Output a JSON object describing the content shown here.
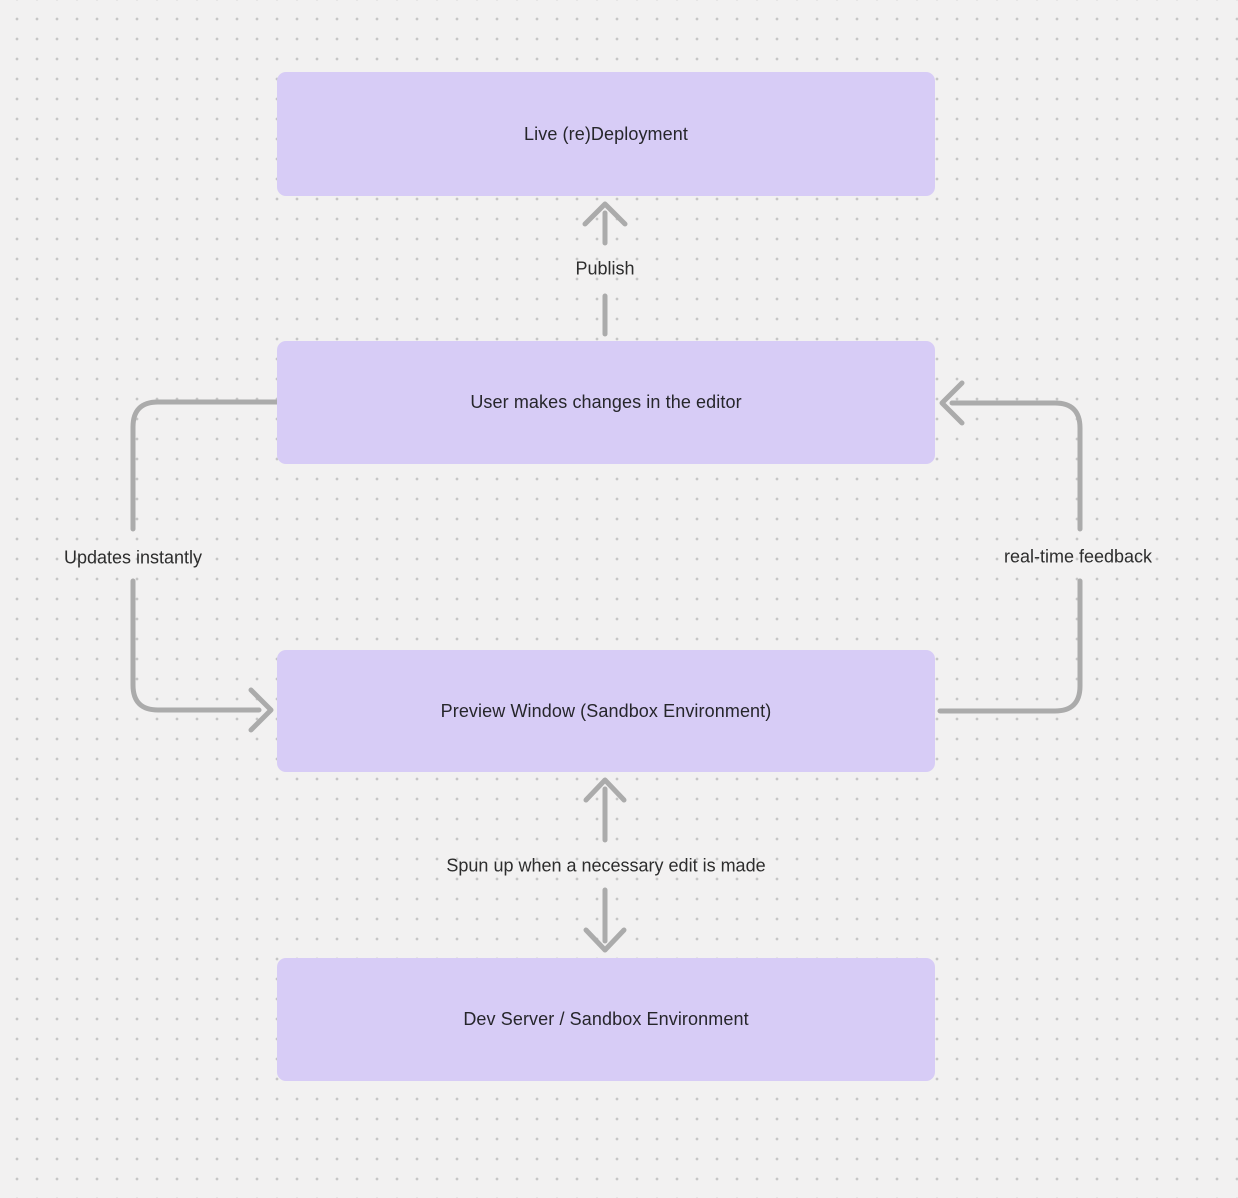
{
  "canvas": {
    "background_color": "#f2f1f1",
    "dot_color": "#c6c6c6",
    "node_fill_color": "#d7ccf6",
    "arrow_color": "#ababab",
    "text_color": "#26262b"
  },
  "diagram": {
    "nodes": [
      {
        "id": "live-redeployment",
        "label": "Live (re)Deployment"
      },
      {
        "id": "user-editor",
        "label": "User makes changes in the editor"
      },
      {
        "id": "preview-window",
        "label": "Preview Window (Sandbox Environment)"
      },
      {
        "id": "dev-server",
        "label": "Dev Server / Sandbox Environment"
      }
    ],
    "edges": [
      {
        "id": "publish",
        "label": "Publish",
        "from": "user-editor",
        "to": "live-redeployment",
        "direction": "up"
      },
      {
        "id": "updates-instantly",
        "label": "Updates instantly",
        "from": "user-editor",
        "to": "preview-window",
        "direction": "left-loop-down"
      },
      {
        "id": "real-time-feedback",
        "label": "real-time feedback",
        "from": "preview-window",
        "to": "user-editor",
        "direction": "right-loop-up"
      },
      {
        "id": "spun-up",
        "label": "Spun up when a necessary edit is made",
        "from": "preview-window",
        "to": "dev-server",
        "direction": "bidirectional-vertical"
      }
    ]
  }
}
